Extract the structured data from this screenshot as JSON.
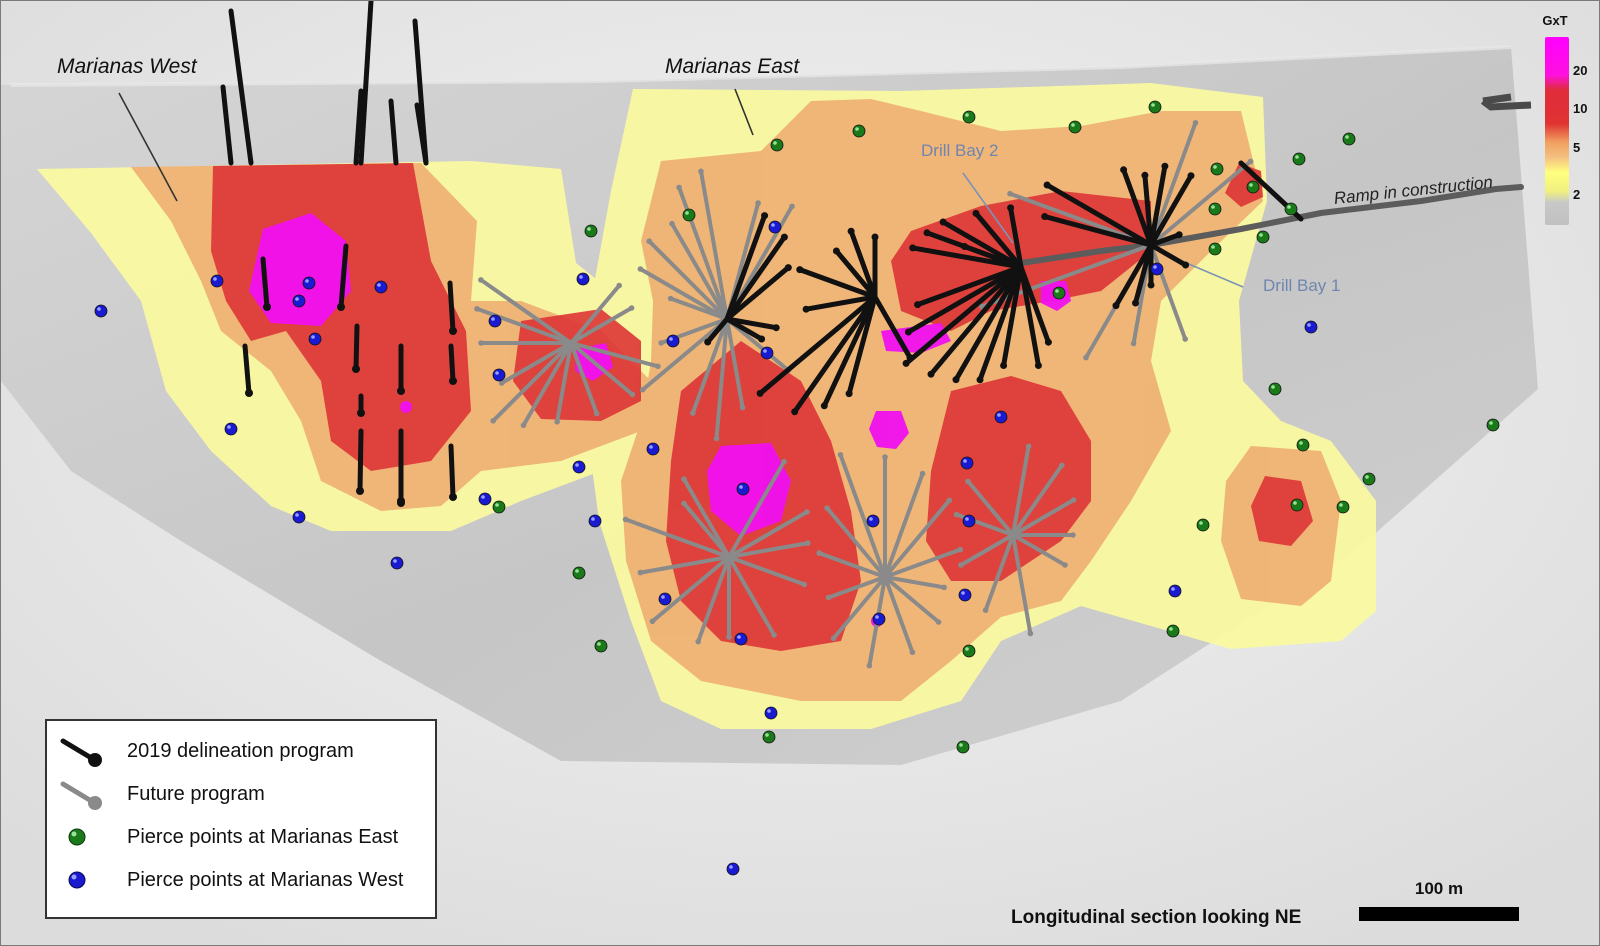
{
  "labels": {
    "marianas_west": "Marianas West",
    "marianas_east": "Marianas East",
    "drill_bay_2": "Drill Bay 2",
    "drill_bay_1": "Drill Bay 1",
    "ramp": "Ramp in construction",
    "caption": "Longitudinal section looking NE"
  },
  "legend": {
    "items": [
      {
        "label": "2019 delineation program",
        "symbol": "black-drillhole-icon"
      },
      {
        "label": "Future program",
        "symbol": "grey-drillhole-icon"
      },
      {
        "label": "Pierce points at Marianas East",
        "symbol": "green-dot-icon"
      },
      {
        "label": "Pierce points at Marianas West",
        "symbol": "blue-dot-icon"
      }
    ]
  },
  "scale_bar": {
    "label": "100 m"
  },
  "color_scale": {
    "title": "GxT",
    "breaks": [
      "20",
      "10",
      "5",
      "2"
    ],
    "colors": [
      "#ff00ff",
      "#e03232",
      "#f0a060",
      "#ffff80",
      "#c8c8c8"
    ]
  },
  "colors": {
    "magenta": "#f010f0",
    "red": "#dd3535",
    "orange": "#eeaa70",
    "yellow": "#fbfba0",
    "grey_surface": "#c7c7c7",
    "drill_2019": "#111111",
    "drill_future": "#8a8a8a",
    "pierce_east": "#1a7a1a",
    "pierce_west": "#1a1ad0"
  }
}
